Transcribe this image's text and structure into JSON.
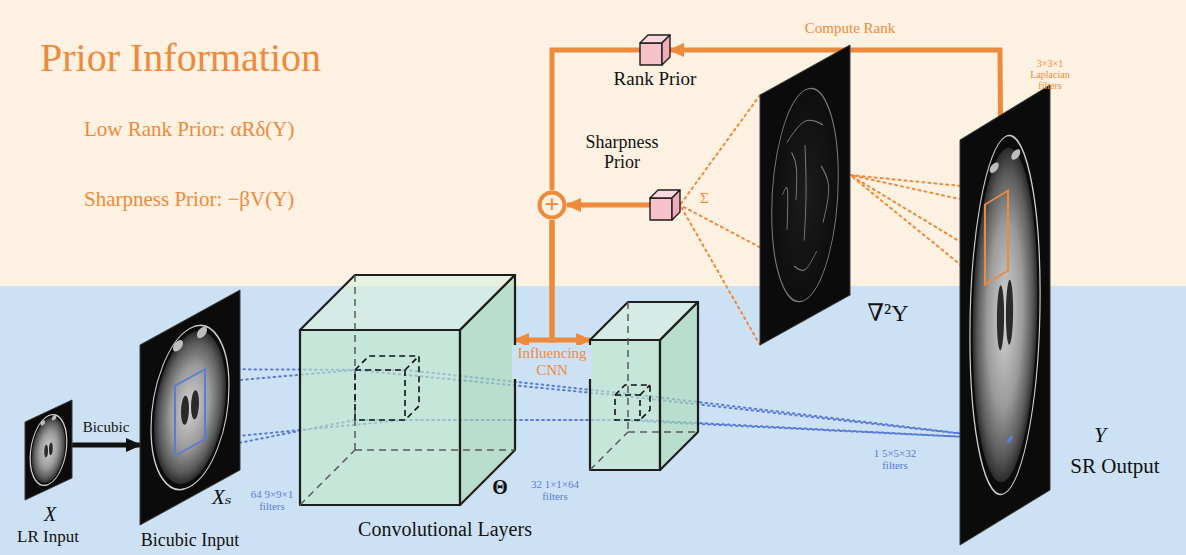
{
  "diagram": {
    "title": "Prior Information",
    "nodes": [
      {
        "text": [
          "Rank Prior"
        ]
      },
      {
        "text": [
          "Sharpness Prior"
        ]
      },
      {
        "text": [
          "+"
        ]
      },
      {
        "text": [
          "∇²Y"
        ]
      },
      {
        "text": [
          "Y",
          "SR Output"
        ]
      },
      {
        "text": [
          "X",
          "LR Input"
        ]
      },
      {
        "text": [
          "Xₛ",
          "Bicubic Input"
        ]
      },
      {
        "text": [
          "Θ",
          "Convolutional Layers"
        ]
      },
      {
        "text": [
          "32 1×1×64 filters"
        ]
      }
    ],
    "edges": [
      {
        "from": 4,
        "to": 0,
        "arrow": "to",
        "label": "Compute Rank"
      },
      {
        "from": 0,
        "to": 2,
        "arrow": "none"
      },
      {
        "from": 1,
        "to": 2,
        "arrow": "to"
      },
      {
        "from": 3,
        "to": 1,
        "arrow": "none"
      },
      {
        "from": 4,
        "to": 3,
        "arrow": "none",
        "label": "3×3×1 Laplacian filters"
      },
      {
        "from": 2,
        "to": 7,
        "arrow": "to",
        "label": "Influencing CNN"
      },
      {
        "from": 2,
        "to": 8,
        "arrow": "to"
      },
      {
        "from": 5,
        "to": 6,
        "arrow": "to",
        "label": "Bicubic"
      },
      {
        "from": 6,
        "to": 7,
        "arrow": "none",
        "label": "64 9×9×1 filters"
      },
      {
        "from": 7,
        "to": 8,
        "arrow": "none"
      },
      {
        "from": 8,
        "to": 4,
        "arrow": "none",
        "label": "1 5×5×32 filters"
      }
    ],
    "labels": [
      "Low Rank Prior: αRδ(Y)",
      "Sharpness Prior: −βV(Y)",
      "Σ"
    ]
  }
}
